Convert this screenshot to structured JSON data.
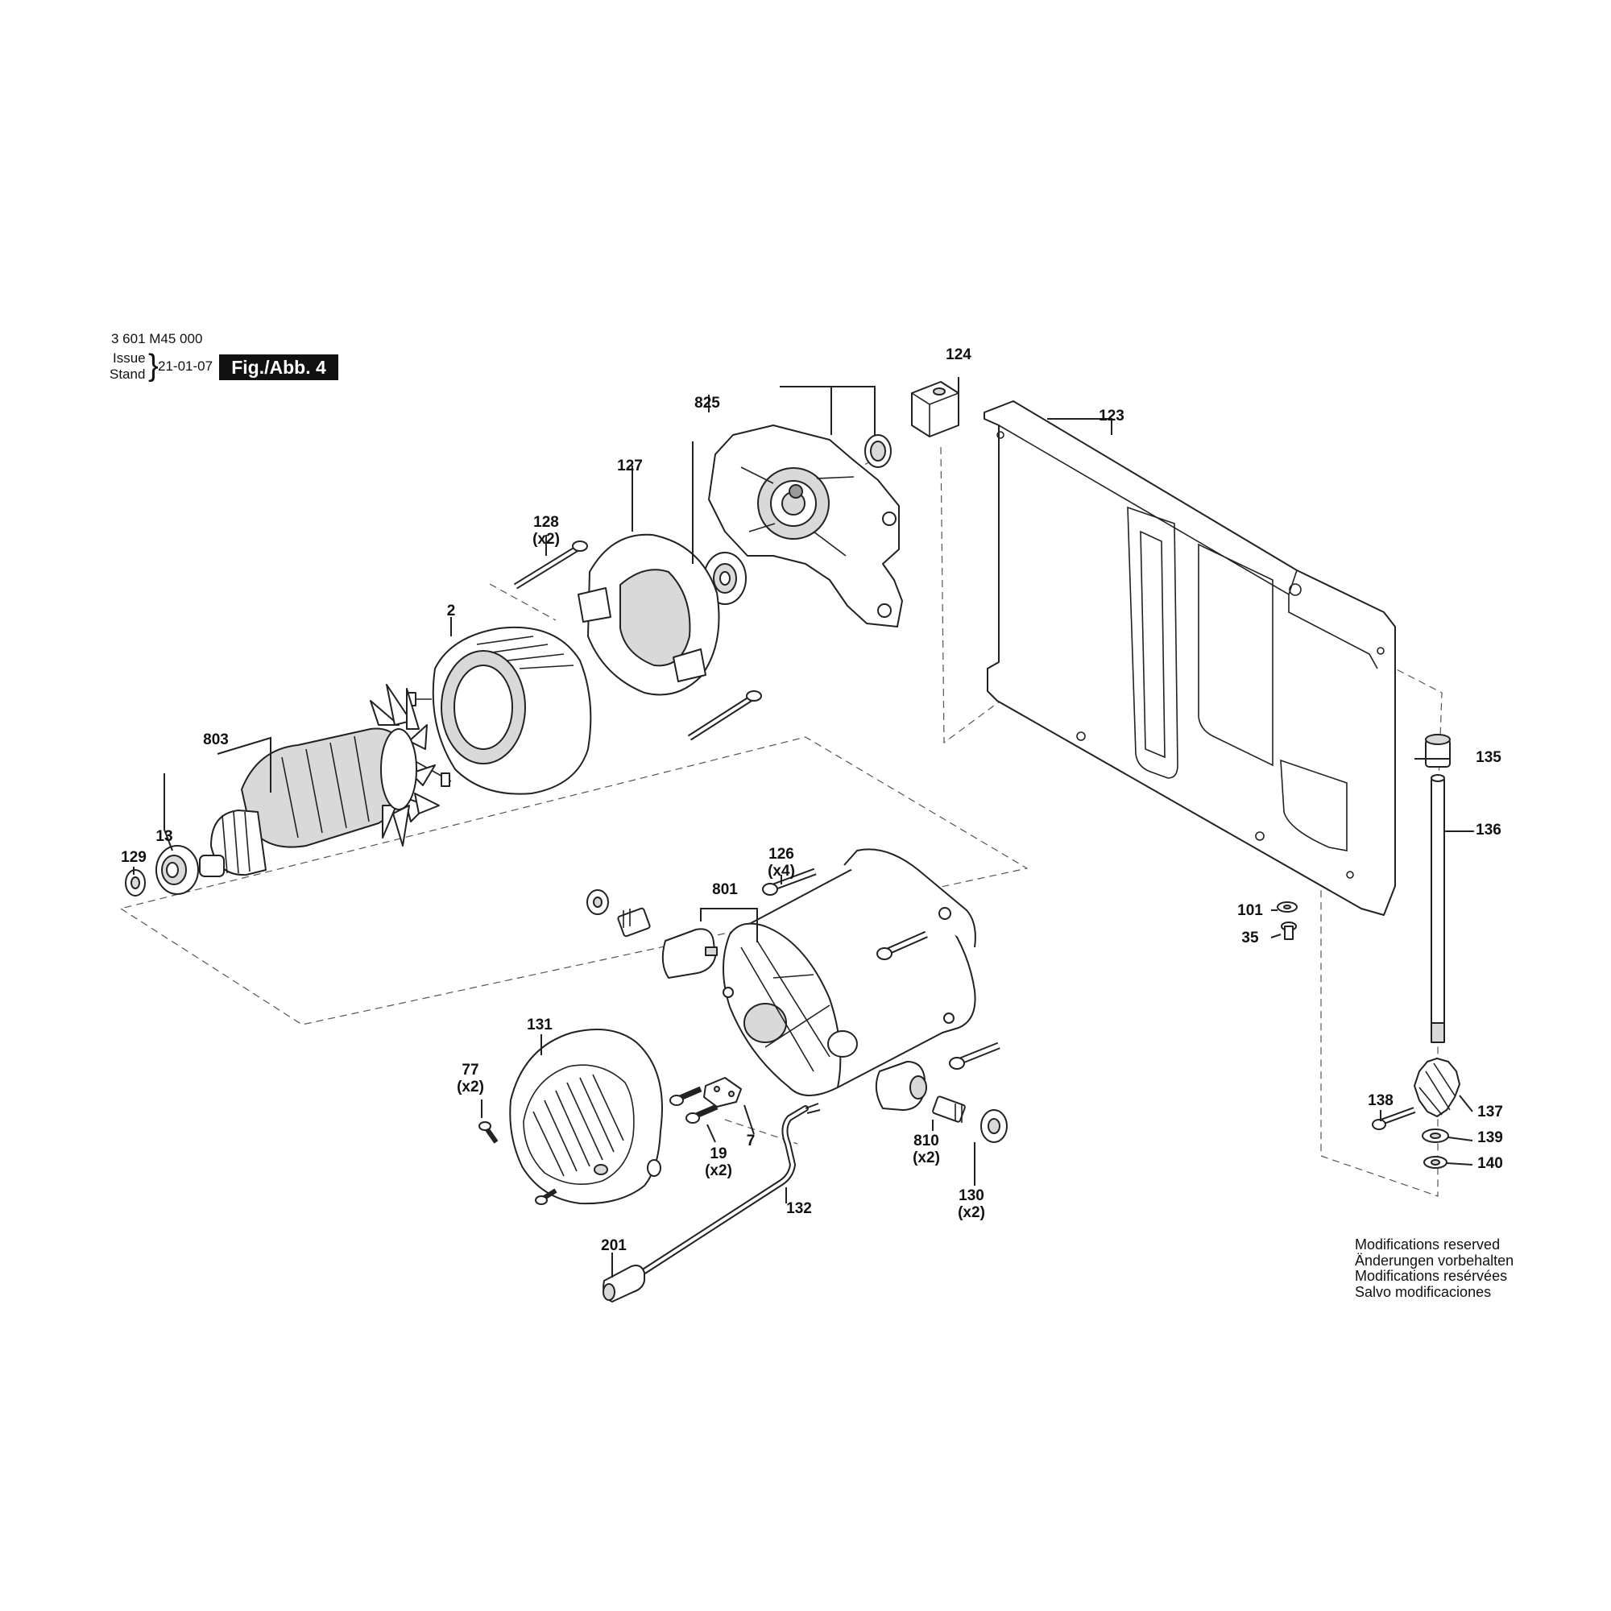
{
  "header": {
    "part_number": "3 601 M45 000",
    "issue_label": "Issue",
    "stand_label": "Stand",
    "date": "21-01-07",
    "figure": "Fig./Abb. 4"
  },
  "labels": {
    "p124": "124",
    "p825": "825",
    "p123": "123",
    "p127": "127",
    "p128": "128",
    "p128q": "(x2)",
    "p2": "2",
    "p803": "803",
    "p13": "13",
    "p129": "129",
    "p135": "135",
    "p136": "136",
    "p126": "126",
    "p126q": "(x4)",
    "p801": "801",
    "p101": "101",
    "p35": "35",
    "p131": "131",
    "p77": "77",
    "p77q": "(x2)",
    "p7": "7",
    "p19": "19",
    "p19q": "(x2)",
    "p132": "132",
    "p201": "201",
    "p810": "810",
    "p810q": "(x2)",
    "p130": "130",
    "p130q": "(x2)",
    "p138": "138",
    "p137": "137",
    "p139": "139",
    "p140": "140"
  },
  "notes": [
    "Modifications reserved",
    "Änderungen vorbehalten",
    "Modifications resérvées",
    "Salvo modificaciones"
  ]
}
